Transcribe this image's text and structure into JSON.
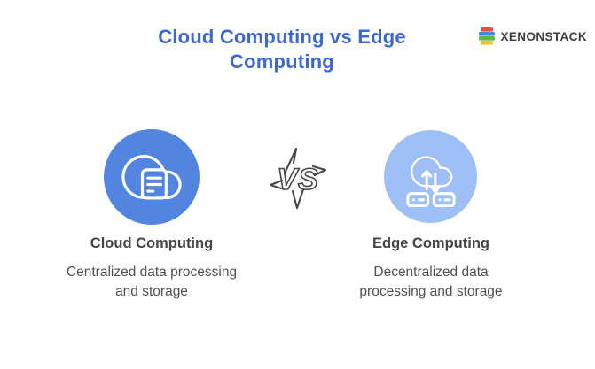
{
  "background": "#ffffff",
  "header": {
    "title_lines": [
      "Cloud Computing vs Edge",
      "Computing"
    ],
    "title_color": "#3d69c8",
    "logo": {
      "text": "XENONSTACK",
      "text_color": "#3f4043",
      "layer_colors": [
        "#e8503a",
        "#4a87d8",
        "#58b947",
        "#f3c52a"
      ]
    }
  },
  "vs_badge": {
    "label": "VS",
    "color": "#47484c"
  },
  "columns": [
    {
      "heading": "Cloud Computing",
      "description_lines": [
        "Centralized data processing",
        "and storage"
      ],
      "icon": "cloud-with-document-icon",
      "circle_color": "#5285dd",
      "icon_stroke_color": "#ffffff"
    },
    {
      "heading": "Edge Computing",
      "description_lines": [
        "Decentralized data",
        "processing and storage"
      ],
      "icon": "cloud-sync-with-devices-icon",
      "circle_color": "#9fc0f7",
      "icon_stroke_color": "#ffffff"
    }
  ],
  "text_colors": {
    "heading": "#454547",
    "description": "#515153"
  }
}
